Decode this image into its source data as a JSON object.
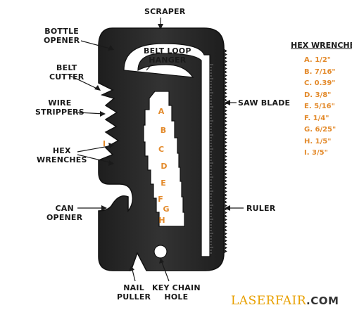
{
  "labels": {
    "scraper": "SCRAPER",
    "bottle_opener": [
      "BOTTLE",
      "OPENER"
    ],
    "belt_loop_hanger": [
      "BELT LOOP",
      "HANGER"
    ],
    "belt_cutter": [
      "BELT",
      "CUTTER"
    ],
    "wire_strippers": [
      "WIRE",
      "STRIPPERS"
    ],
    "hex_wrenches": [
      "HEX",
      "WRENCHES"
    ],
    "can_opener": [
      "CAN",
      "OPENER"
    ],
    "saw_blade": "SAW BLADE",
    "ruler": "RULER",
    "nail_puller": [
      "NAIL",
      "PULLER"
    ],
    "key_chain_hole": [
      "KEY CHAIN",
      "HOLE"
    ]
  },
  "hex_letters": [
    "A",
    "B",
    "C",
    "D",
    "E",
    "F",
    "G",
    "H"
  ],
  "hex_side_letter": "I",
  "legend": {
    "title": "HEX WRENCHES",
    "items": [
      "A. 1/2\"",
      "B. 7/16\"",
      "C. 0.39\"",
      "D. 3/8\"",
      "E. 5/16\"",
      "F. 1/4\"",
      "G. 6/25\"",
      "H. 1/5\"",
      "I. 3/5\""
    ]
  },
  "logo": {
    "brand": "LASERFAIR",
    "suffix": ".COM"
  },
  "colors": {
    "tool": "#2b2b2b",
    "tool_edge": "#111111",
    "accent": "#e38a2b",
    "logo": "#e8a000"
  }
}
